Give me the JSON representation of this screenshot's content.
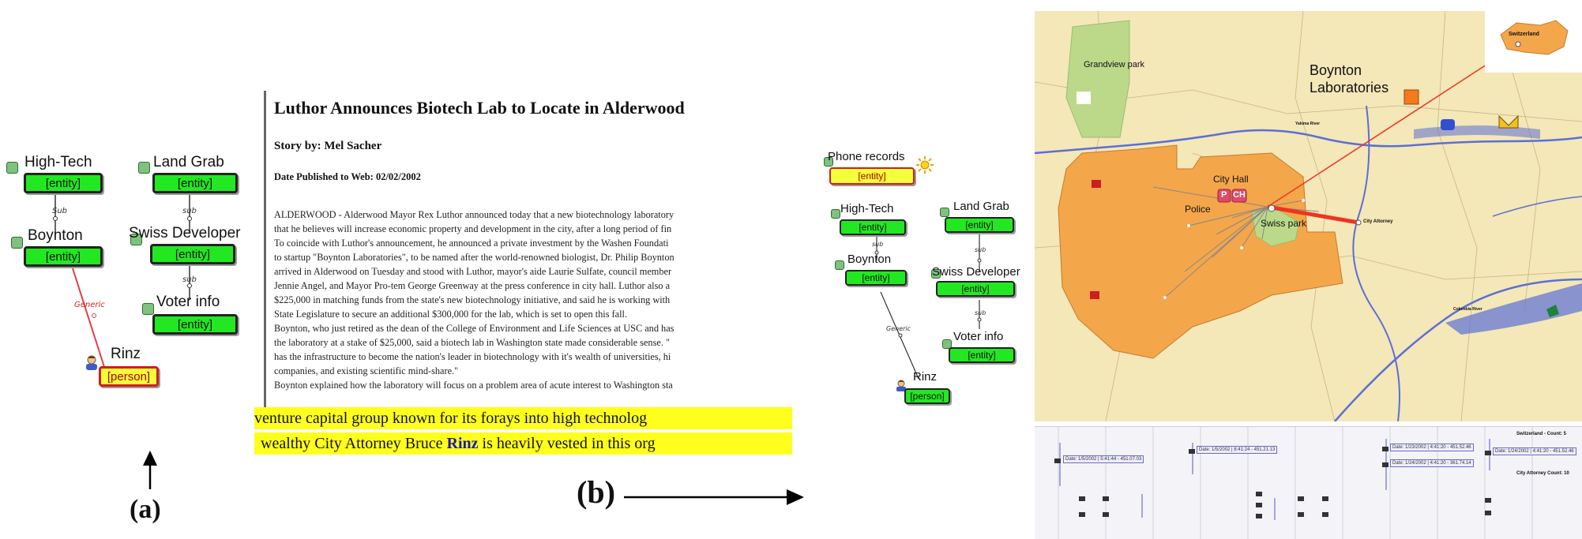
{
  "panel_a": {
    "nodes": {
      "high_tech": {
        "title": "High-Tech",
        "label": "[entity]"
      },
      "land_grab": {
        "title": "Land Grab",
        "label": "[entity]"
      },
      "boynton": {
        "title": "Boynton",
        "label": "[entity]"
      },
      "swiss_developer": {
        "title": "Swiss Developer",
        "label": "[entity]"
      },
      "voter_info": {
        "title": "Voter info",
        "label": "[entity]"
      },
      "rinz": {
        "title": "Rinz",
        "label": "[person]"
      }
    },
    "edge_labels": {
      "sub1": "Sub",
      "sub2": "sub",
      "sub3": "sub",
      "generic": "Generic"
    },
    "caption": "(a)"
  },
  "article": {
    "headline": "Luthor Announces Biotech Lab to Locate in Alderwood",
    "byline": "Story by: Mel Sacher",
    "date": "Date Published to Web: 02/02/2002",
    "lines": [
      "ALDERWOOD - Alderwood Mayor Rex Luthor announced today that a new biotechnology laboratory",
      "that he believes will increase economic property and development in the city, after a long period of fin",
      "To coincide with Luthor's announcement, he announced a private investment by the Washen Foundati",
      "to startup \"Boynton Laboratories\", to be named after the world-renowned biologist, Dr. Philip Boynton",
      "arrived in Alderwood on Tuesday and stood with Luthor, mayor's aide Laurie Sulfate, council member",
      "Jennie Angel, and Mayor Pro-tem George Greenway at the press conference in city hall. Luthor also a",
      "$225,000 in matching funds from the state's new biotechnology initiative, and said he is working with",
      "State Legislature to secure an additional $300,000 for the lab, which is set to open this fall.",
      "Boynton, who just retired as the dean of the College of Environment and Life Sciences at USC and has",
      "the laboratory at a stake of $25,000, said a biotech lab in Washington state made considerable sense. \"",
      "has the infrastructure to become the nation's leader in biotechnology with it's wealth of universities, hi",
      "companies, and existing scientific mind-share.\"",
      "Boynton explained how the laboratory will focus on a problem area of acute interest to Washington sta"
    ],
    "highlight1": "venture capital group known for its forays into high technolog",
    "highlight2_pre": "wealthy City Attorney Bruce ",
    "highlight2_name": "Rinz",
    "highlight2_post": " is heavily vested in this org",
    "caption": "(b)"
  },
  "panel_c": {
    "nodes": {
      "phone_records": {
        "title": "Phone records",
        "label": "[entity]"
      },
      "high_tech": {
        "title": "High-Tech",
        "label": "[entity]"
      },
      "land_grab": {
        "title": "Land Grab",
        "label": "[entity]"
      },
      "boynton": {
        "title": "Boynton",
        "label": "[entity]"
      },
      "swiss_developer": {
        "title": "Swiss Developer",
        "label": "[entity]"
      },
      "voter_info": {
        "title": "Voter info",
        "label": "[entity]"
      },
      "rinz": {
        "title": "Rinz",
        "label": "[person]"
      }
    },
    "edge_labels": {
      "sub1": "sub",
      "sub2": "sub",
      "sub3": "sub",
      "generic": "Generic"
    }
  },
  "map": {
    "labels": {
      "grandview": "Grandview park",
      "boynton_labs": "Boynton\nLaboratories",
      "city_hall": "City Hall",
      "police": "Police",
      "swiss_park": "Swiss park",
      "switzerland": "Switzerland",
      "city_attorney": "City Attorney",
      "river_top": "Yakima River",
      "river_bottom": "Columbia River",
      "marker_p": "P",
      "marker_ch": "CH"
    },
    "colors": {
      "land": "#f4e7b8",
      "district": "#f4a64a",
      "park": "#bcd98a",
      "water": "#5b6fd6",
      "link": "#ee3322"
    }
  },
  "timeline": {
    "boxes": [
      "Date: 1/5/2002 | 5:41:44 - 451.07.03",
      "Date: 1/5/2002 | 8:41:24 - 451.21.13",
      "Date: 1/23/2002 | 4:41:20 - 451.52.46",
      "Date: 1/24/2002 | 4:41:20 - 361.74.14",
      "Date: 1/24/2002 | 4:41:20 - 451.52.46"
    ],
    "right_title": "Switzerland - Count: 5",
    "right_title2": "City Attorney  Count: 10"
  }
}
